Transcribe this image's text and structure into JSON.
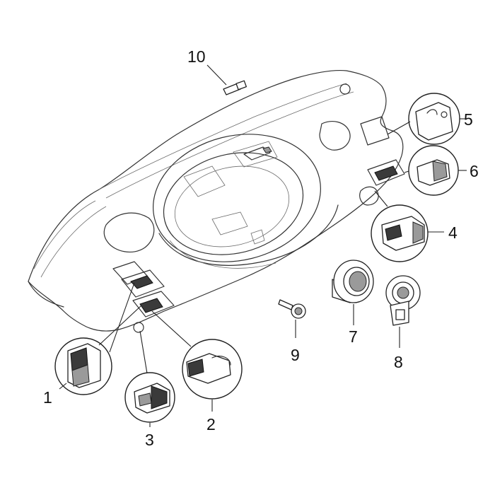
{
  "diagram": {
    "assembly": "handlebar-cover-switch-assembly",
    "callouts": [
      {
        "id": "1",
        "label": "1",
        "part": "rocker-switch"
      },
      {
        "id": "2",
        "label": "2",
        "part": "push-switch"
      },
      {
        "id": "3",
        "label": "3",
        "part": "small-switch"
      },
      {
        "id": "4",
        "label": "4",
        "part": "double-switch"
      },
      {
        "id": "5",
        "label": "5",
        "part": "switch-cap-with-symbol"
      },
      {
        "id": "6",
        "label": "6",
        "part": "switch-button"
      },
      {
        "id": "7",
        "label": "7",
        "part": "ring-bezel"
      },
      {
        "id": "8",
        "label": "8",
        "part": "ignition-lock"
      },
      {
        "id": "9",
        "label": "9",
        "part": "bolt"
      },
      {
        "id": "10",
        "label": "10",
        "part": "bulb"
      }
    ]
  },
  "colors": {
    "line": "#333333",
    "background": "#ffffff",
    "dark_fill": "#3a3a3a"
  }
}
